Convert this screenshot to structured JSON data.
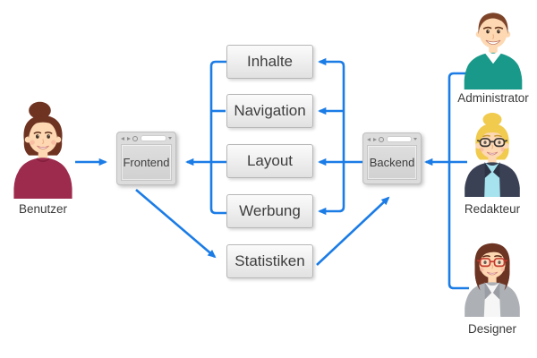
{
  "diagram": {
    "background": "#ffffff",
    "arrow_color": "#1b7ce6",
    "actors": [
      {
        "id": "benutzer",
        "label": "Benutzer",
        "side": "left",
        "hair_color": "#6f3322",
        "clothing_color": "#9d2b4e"
      },
      {
        "id": "administrator",
        "label": "Administrator",
        "side": "right",
        "hair_color": "#7d4429",
        "clothing_color": "#18998a"
      },
      {
        "id": "redakteur",
        "label": "Redakteur",
        "side": "right",
        "hair_color": "#f1cb4e",
        "clothing_color": "#3a4155"
      },
      {
        "id": "designer",
        "label": "Designer",
        "side": "right",
        "hair_color": "#6c3423",
        "clothing_color": "#adb0b5"
      }
    ],
    "windows": [
      {
        "id": "frontend",
        "label": "Frontend"
      },
      {
        "id": "backend",
        "label": "Backend"
      }
    ],
    "modules": [
      {
        "label": "Inhalte"
      },
      {
        "label": "Navigation"
      },
      {
        "label": "Layout"
      },
      {
        "label": "Werbung"
      },
      {
        "label": "Statistiken"
      }
    ],
    "connections": [
      {
        "from": "Benutzer",
        "to": "Frontend"
      },
      {
        "from": "Inhalte",
        "to": "Frontend"
      },
      {
        "from": "Navigation",
        "to": "Frontend"
      },
      {
        "from": "Layout",
        "to": "Frontend"
      },
      {
        "from": "Werbung",
        "to": "Frontend"
      },
      {
        "from": "Frontend",
        "to": "Statistiken"
      },
      {
        "from": "Statistiken",
        "to": "Backend"
      },
      {
        "from": "Backend",
        "to": "Inhalte"
      },
      {
        "from": "Backend",
        "to": "Navigation"
      },
      {
        "from": "Backend",
        "to": "Layout"
      },
      {
        "from": "Backend",
        "to": "Werbung"
      },
      {
        "from": "Administrator",
        "to": "Backend"
      },
      {
        "from": "Redakteur",
        "to": "Backend"
      },
      {
        "from": "Designer",
        "to": "Backend"
      }
    ]
  }
}
